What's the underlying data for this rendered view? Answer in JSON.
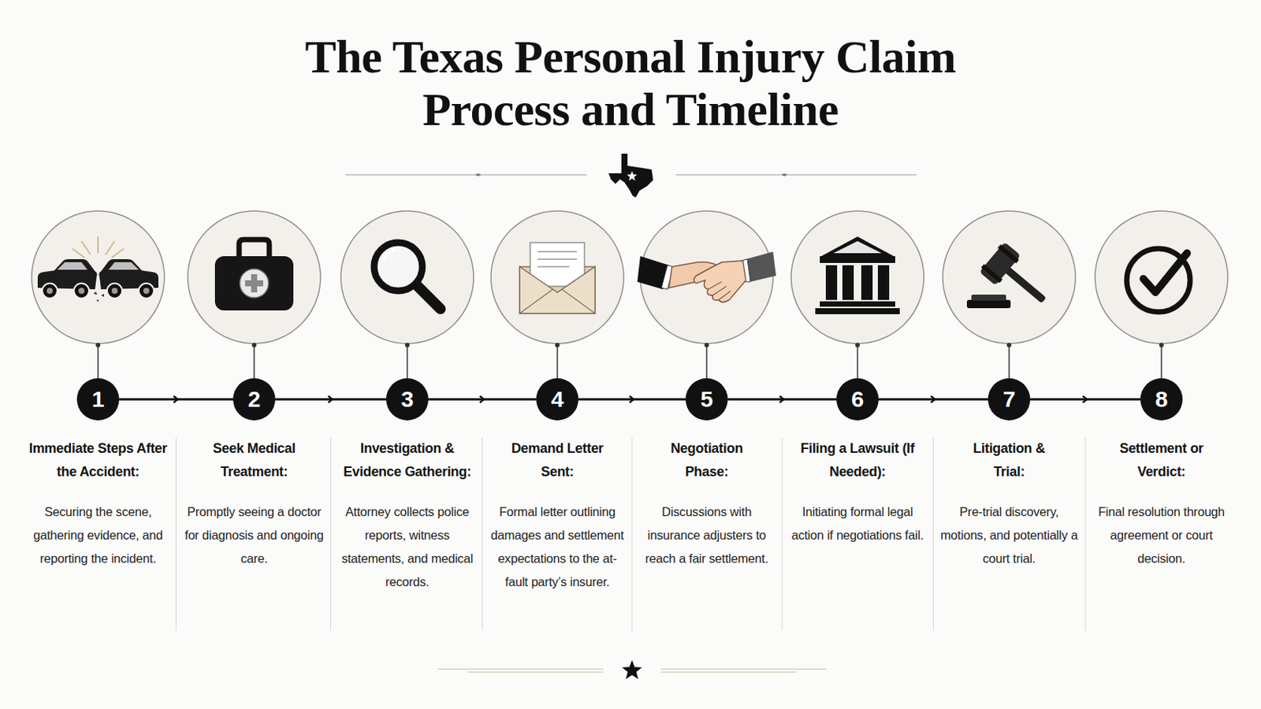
{
  "diagram": {
    "title": "The Texas Personal Injury Claim Process and Timeline",
    "nodes": [
      {
        "text": [
          "1",
          "Immediate Steps After the Accident:",
          "Securing the scene, gathering evidence, and reporting the incident."
        ]
      },
      {
        "text": [
          "2",
          "Seek Medical Treatment:",
          "Promptly seeing a doctor for diagnosis and ongoing care."
        ]
      },
      {
        "text": [
          "3",
          "Investigation & Evidence Gathering:",
          "Attorney collects police reports, witness statements, and medical records."
        ]
      },
      {
        "text": [
          "4",
          "Demand Letter Sent:",
          "Formal letter outlining damages and settlement expectations to the at-fault party’s insurer."
        ]
      },
      {
        "text": [
          "5",
          "Negotiation Phase:",
          "Discussions with insurance adjusters to reach a fair settlement."
        ]
      },
      {
        "text": [
          "6",
          "Filing a Lawsuit (If Needed):",
          "Initiating formal legal action if negotiations fail."
        ]
      },
      {
        "text": [
          "7",
          "Litigation & Trial:",
          "Pre-trial discovery, motions, and potentially a court trial."
        ]
      },
      {
        "text": [
          "8",
          "Settlement or Verdict:",
          "Final resolution through agreement or court decision."
        ]
      }
    ],
    "edges": [
      {
        "from": 0,
        "to": 1,
        "arrow": "to"
      },
      {
        "from": 1,
        "to": 2,
        "arrow": "to"
      },
      {
        "from": 2,
        "to": 3,
        "arrow": "to"
      },
      {
        "from": 3,
        "to": 4,
        "arrow": "to"
      },
      {
        "from": 4,
        "to": 5,
        "arrow": "to"
      },
      {
        "from": 5,
        "to": 6,
        "arrow": "to"
      },
      {
        "from": 6,
        "to": 7,
        "arrow": "to"
      }
    ]
  }
}
